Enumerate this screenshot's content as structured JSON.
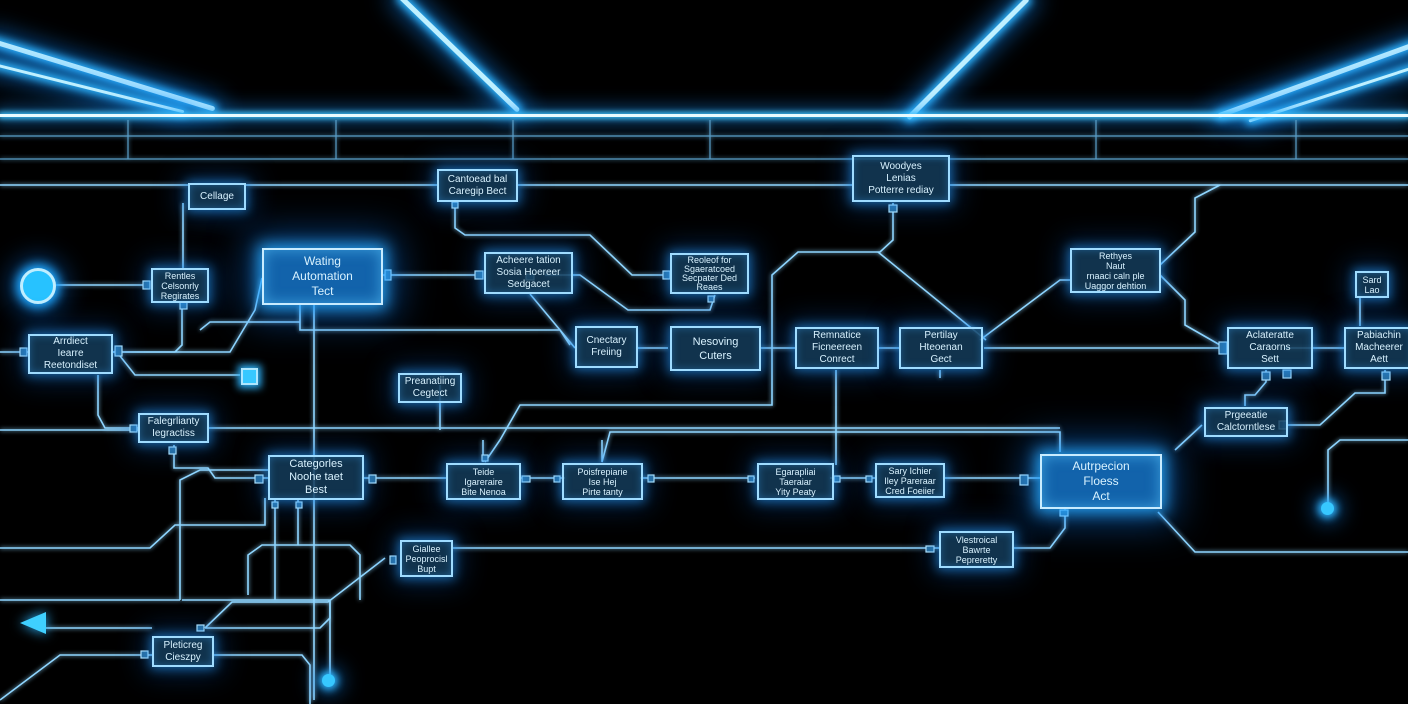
{
  "diagram": {
    "title": "",
    "style": {
      "background": "#000000",
      "line_color": "#8fd6ff",
      "glow_color": "#2fb6ff",
      "box_fill": "#143c5a",
      "highlight_fill": "#146ebe"
    },
    "nodes": [
      {
        "id": "n1",
        "lines": [
          "Cellage"
        ]
      },
      {
        "id": "n2",
        "lines": [
          "Cantoead bal",
          "Caregip Bect"
        ]
      },
      {
        "id": "n3",
        "lines": [
          "Woodyes",
          "Lenias",
          "Potterre rediay"
        ]
      },
      {
        "id": "n4",
        "lines": [
          "Rentles",
          "Celsonrly",
          "Regirates"
        ]
      },
      {
        "id": "n5",
        "lines": [
          "Wating",
          "Automation",
          "Tect"
        ],
        "highlight": true
      },
      {
        "id": "n6",
        "lines": [
          "Acheere tation",
          "Sosia Hoereer",
          "Sedgacet"
        ]
      },
      {
        "id": "n7",
        "lines": [
          "Reoleof for",
          "Sgaeratcoed",
          "Secpater Ded",
          "Reaes"
        ]
      },
      {
        "id": "n8",
        "lines": [
          "Rethyes",
          "Naut",
          "rnaaci caln ple",
          "Uaggor dehtion"
        ]
      },
      {
        "id": "n9",
        "lines": [
          "Sard",
          "Lao"
        ]
      },
      {
        "id": "n10",
        "lines": [
          "Arrdiect",
          "Iearre",
          "Reetondiset"
        ]
      },
      {
        "id": "n11",
        "lines": [
          "Cnectary",
          "Freiing"
        ]
      },
      {
        "id": "n12",
        "lines": [
          "Nesoving",
          "Cuters"
        ]
      },
      {
        "id": "n13",
        "lines": [
          "Remnatice",
          "Ficneereen",
          "Conrect"
        ]
      },
      {
        "id": "n14",
        "lines": [
          "Pertilay",
          "Hteoenan",
          "Gect"
        ]
      },
      {
        "id": "n15",
        "lines": [
          "Aclateratte",
          "Caraorns",
          "Sett"
        ]
      },
      {
        "id": "n16",
        "lines": [
          "Pabiachin",
          "Macheerer",
          "Aett"
        ]
      },
      {
        "id": "n17",
        "lines": [
          "Preanatiing",
          "Cegtect"
        ]
      },
      {
        "id": "n18",
        "lines": [
          "Falegrlianty",
          "Iegractiss"
        ]
      },
      {
        "id": "n19",
        "lines": [
          "Prgeeatie",
          "Calctorntlese"
        ]
      },
      {
        "id": "n20",
        "lines": [
          "Categorles",
          "Noohe taet",
          "Best"
        ]
      },
      {
        "id": "n21",
        "lines": [
          "Teide",
          "Igareraire",
          "Bite Nenoa"
        ]
      },
      {
        "id": "n22",
        "lines": [
          "Poisfrepiarie",
          "Ise Hej",
          "Pirte tanty"
        ]
      },
      {
        "id": "n23",
        "lines": [
          "Egarapliai",
          "Taeraiar",
          "Yity Peaty"
        ]
      },
      {
        "id": "n24",
        "lines": [
          "Sary Ichier",
          "Iley Pareraar",
          "Cred Foeiier"
        ]
      },
      {
        "id": "n25",
        "lines": [
          "Autrpecion",
          "Floess",
          "Act"
        ],
        "highlight": true
      },
      {
        "id": "n26",
        "lines": [
          "Giallee",
          "Peoprocisl",
          "Bupt"
        ]
      },
      {
        "id": "n27",
        "lines": [
          "Vlestroical",
          "Bawrte",
          "Pepreretty"
        ]
      },
      {
        "id": "n28",
        "lines": [
          "Pleticreg",
          "Cieszpy"
        ]
      }
    ],
    "markers": [
      {
        "type": "badge-circle",
        "icon": "ribbon-badge-icon"
      },
      {
        "type": "square",
        "icon": "square-node-icon"
      },
      {
        "type": "triangle",
        "icon": "triangle-pointer-icon"
      },
      {
        "type": "dot",
        "icon": "terminal-dot-icon"
      },
      {
        "type": "dot",
        "icon": "terminal-dot-icon"
      }
    ]
  }
}
